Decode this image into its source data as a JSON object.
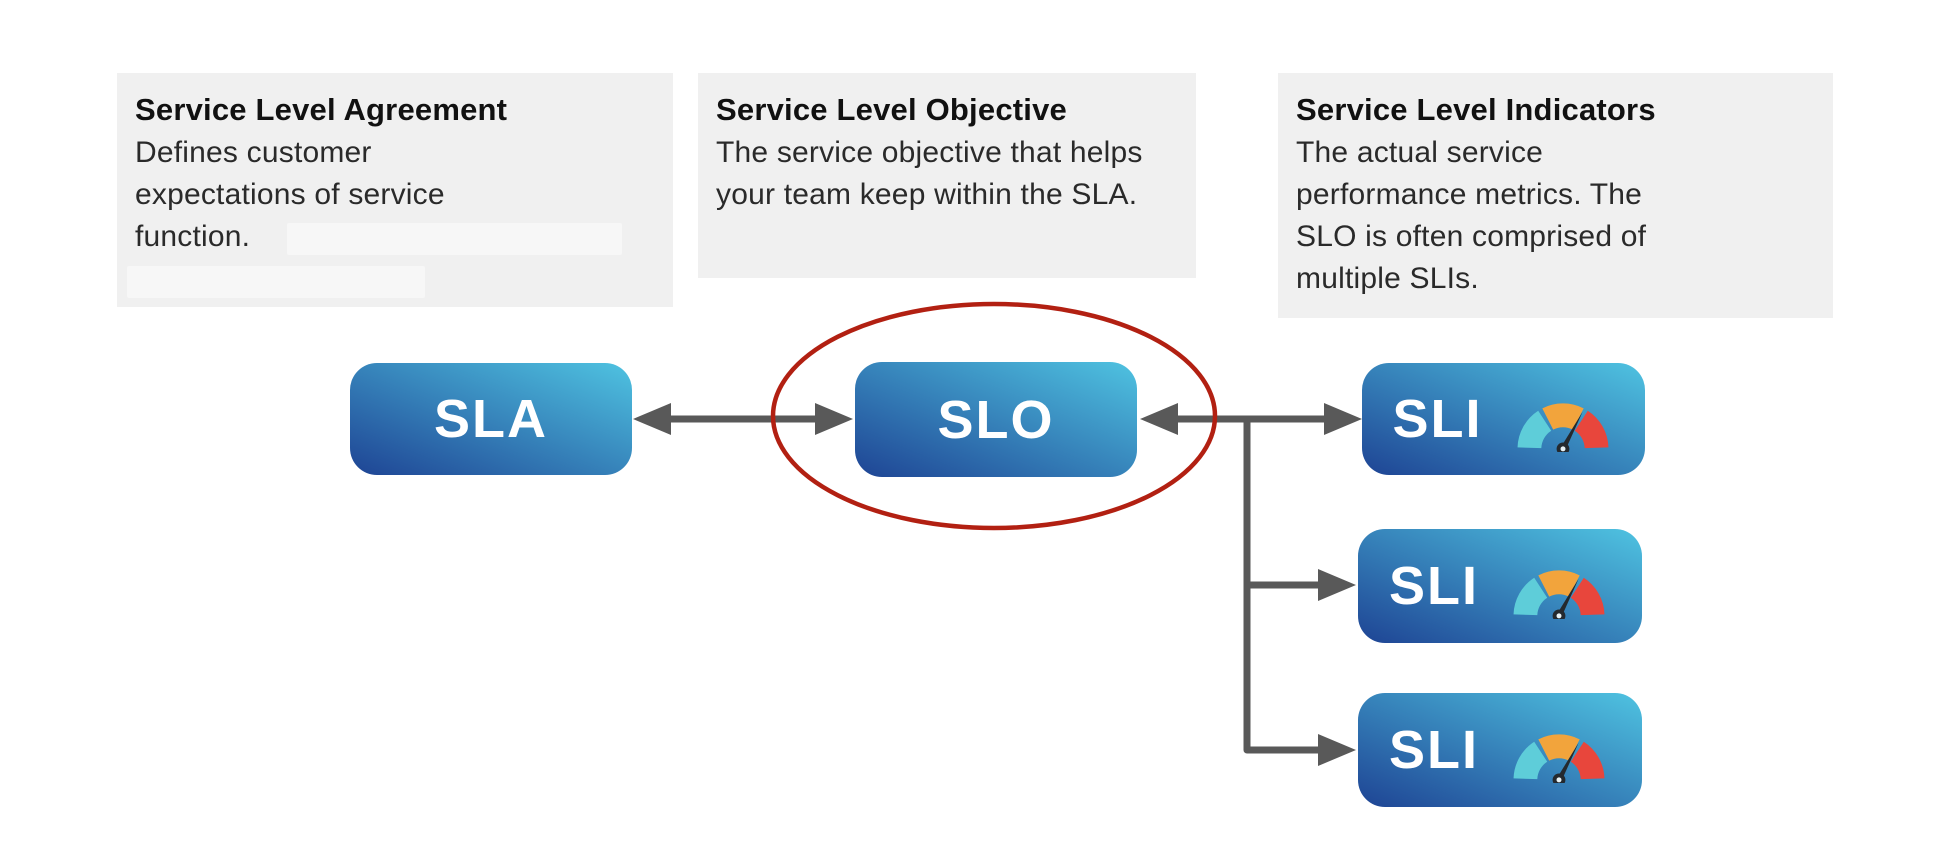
{
  "cards": [
    {
      "title": "Service Level Agreement",
      "body": "Defines customer expectations of service function."
    },
    {
      "title": "Service Level Objective",
      "body": "The service objective that helps your team keep within the SLA."
    },
    {
      "title": "Service Level Indicators",
      "body": "The actual service performance metrics. The SLO is often comprised of multiple SLIs."
    }
  ],
  "nodes": {
    "sla": {
      "label": "SLA"
    },
    "slo": {
      "label": "SLO"
    },
    "sli1": {
      "label": "SLI"
    },
    "sli2": {
      "label": "SLI"
    },
    "sli3": {
      "label": "SLI"
    }
  },
  "icons": {
    "gauge": "speedometer-gauge-icon"
  },
  "colors": {
    "node-gradient-start": "#1e4494",
    "node-gradient-end": "#4fc3e1",
    "node-text": "#ffffff",
    "arrow": "#595959",
    "highlight-ellipse": "#b22012",
    "card-bg": "#f0f0f0",
    "redact-bg": "#f7f7f7",
    "title-text": "#111111",
    "body-text": "#2a2a2a",
    "gauge-teal": "#5ecdd9",
    "gauge-orange": "#f2a43c",
    "gauge-red": "#e8463c",
    "needle": "#24292e"
  }
}
